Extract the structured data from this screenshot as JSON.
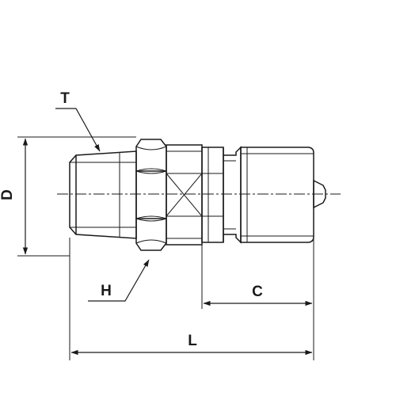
{
  "diagram": {
    "labels": {
      "thread": "T",
      "hex": "H",
      "diameter": "D",
      "length_c": "C",
      "length_l": "L"
    },
    "colors": {
      "line": "#1a1a1a",
      "background": "#ffffff"
    }
  }
}
